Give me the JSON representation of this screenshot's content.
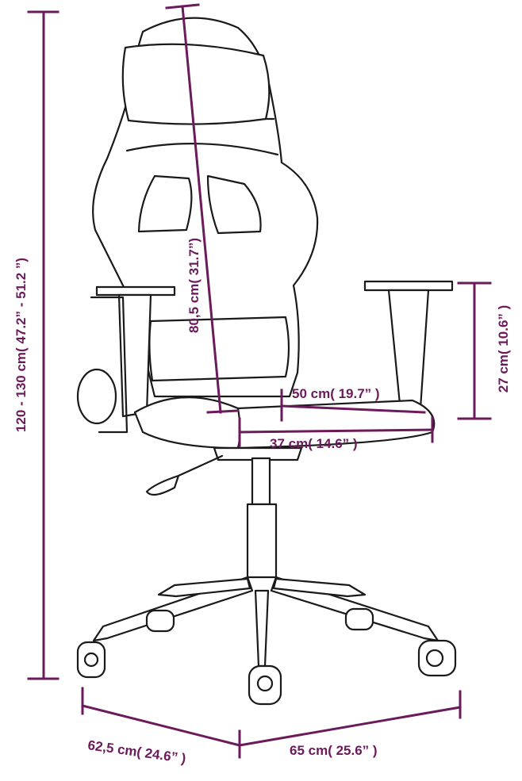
{
  "colors": {
    "dimension": "#6b1a5c",
    "outline": "#1a1a1a",
    "background": "#ffffff"
  },
  "dimensions": {
    "total_height": "120 - 130 cm( 47.2” - 51.2 ”)",
    "backrest_height": "80,5 cm( 31.7”)",
    "armrest_height": "27 cm( 10.6” )",
    "seat_depth": "50 cm( 19.7” )",
    "seat_width": "37 cm( 14.6” )",
    "base_depth": "62,5 cm( 24.6” )",
    "base_width": "65 cm( 25.6” )"
  }
}
